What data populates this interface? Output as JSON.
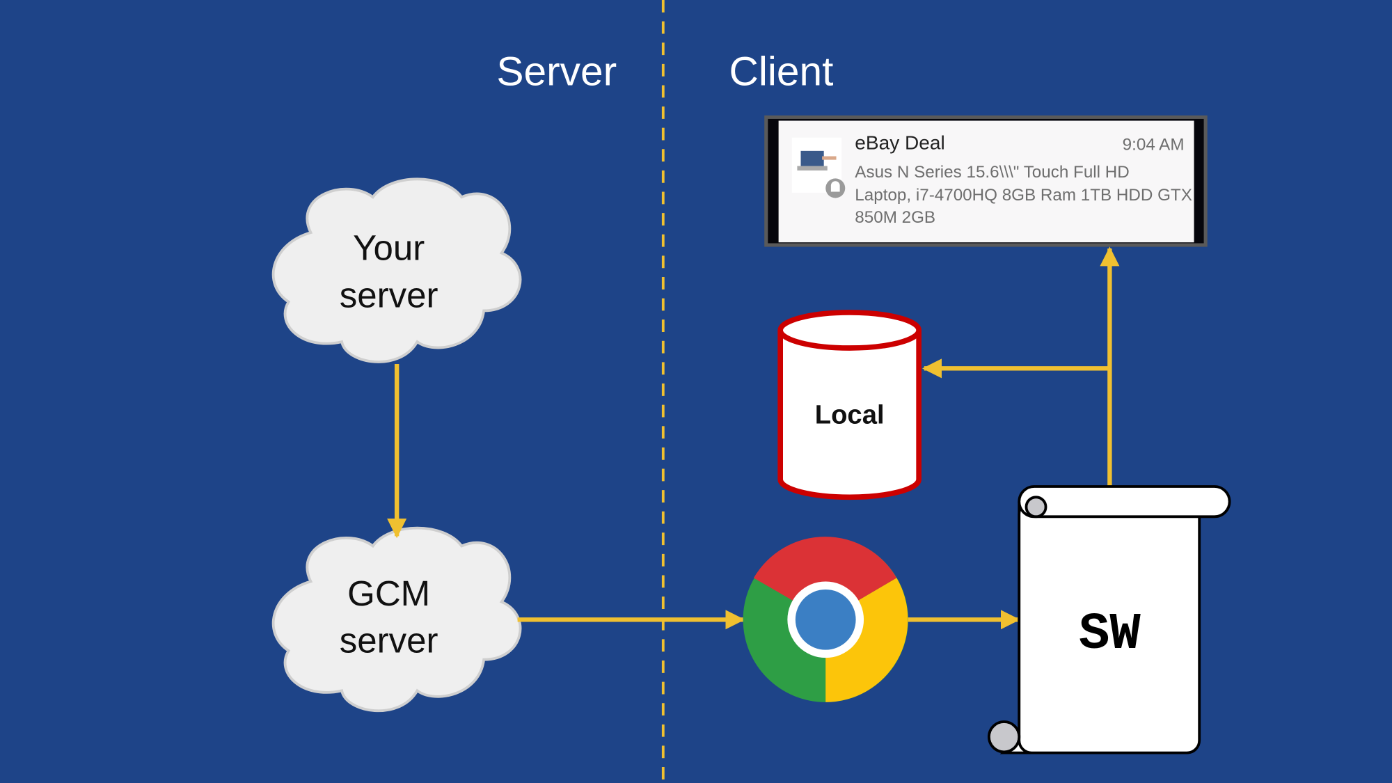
{
  "colors": {
    "background": "#1e4488",
    "arrow": "#f0c030",
    "cloud": "#efefef",
    "db_border": "#cc0000"
  },
  "headings": {
    "server": "Server",
    "client": "Client"
  },
  "clouds": {
    "your_server": [
      "Your",
      "server"
    ],
    "gcm_server": [
      "GCM",
      "server"
    ]
  },
  "notification": {
    "title": "eBay Deal",
    "time": "9:04 AM",
    "body_lines": [
      "Asus N Series 15.6\\\\\\\" Touch Full HD",
      "Laptop, i7-4700HQ 8GB Ram 1TB HDD GTX",
      "850M 2GB"
    ],
    "thumbnail_icon": "laptop-image",
    "badge_icon": "bell-icon"
  },
  "database": {
    "label": "Local"
  },
  "service_worker": {
    "label": "SW"
  },
  "browser": {
    "icon": "chrome-logo"
  }
}
